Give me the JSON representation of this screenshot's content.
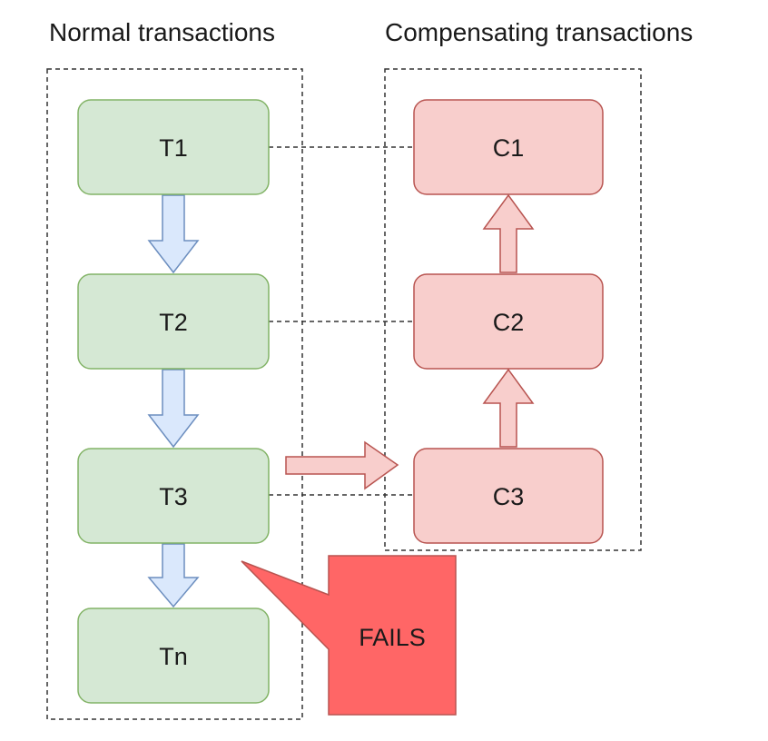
{
  "headings": {
    "normal": "Normal transactions",
    "compensating": "Compensating transactions"
  },
  "normal_transactions": [
    "T1",
    "T2",
    "T3",
    "Tn"
  ],
  "compensating_transactions": [
    "C1",
    "C2",
    "C3"
  ],
  "failure_callout": {
    "label": "FAILS",
    "target": "T3"
  },
  "colors": {
    "normal_fill": "#d5e8d4",
    "normal_stroke": "#82b366",
    "comp_fill": "#f8cecc",
    "comp_stroke": "#b85450",
    "flow_arrow_fill": "#dae8fc",
    "flow_arrow_stroke": "#6c8ebf",
    "callout_fill": "#ff6666",
    "callout_stroke": "#b85450",
    "text": "#1a1a1a"
  }
}
